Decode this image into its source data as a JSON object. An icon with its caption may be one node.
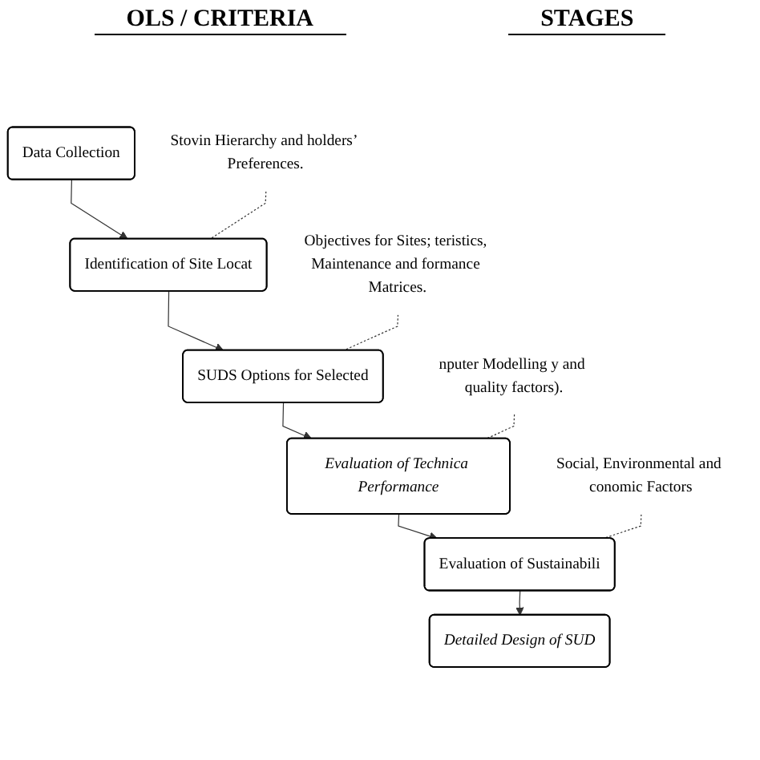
{
  "diagram": {
    "nodes": [
      {
        "text": [
          "Stovin Hierarchy and holders’ Preferences."
        ]
      },
      {
        "text": [
          "Objectives for Sites; teristics, Maintenance and formance Matrices."
        ]
      },
      {
        "text": [
          "nputer Modelling y and quality factors)."
        ]
      },
      {
        "text": [
          "Social, Environmental and conomic Factors"
        ]
      },
      {
        "text": [
          "Data Collection"
        ]
      },
      {
        "text": [
          "Identification of Site Locat"
        ]
      },
      {
        "text": [
          "SUDS Options for Selected"
        ]
      },
      {
        "text": [
          "Evaluation of Technica Performance"
        ]
      },
      {
        "text": [
          "Evaluation of Sustainabili"
        ]
      },
      {
        "text": [
          "Detailed Design of SUD"
        ]
      }
    ],
    "edges": [
      {
        "from": 4,
        "to": 5,
        "arrow": "to"
      },
      {
        "from": 0,
        "to": 5,
        "arrow": "none",
        "style": "dashed"
      },
      {
        "from": 5,
        "to": 6,
        "arrow": "to"
      },
      {
        "from": 1,
        "to": 6,
        "arrow": "none",
        "style": "dashed"
      },
      {
        "from": 6,
        "to": 7,
        "arrow": "to"
      },
      {
        "from": 2,
        "to": 7,
        "arrow": "none",
        "style": "dashed"
      },
      {
        "from": 7,
        "to": 8,
        "arrow": "to"
      },
      {
        "from": 3,
        "to": 8,
        "arrow": "none",
        "style": "dashed"
      },
      {
        "from": 8,
        "to": 9,
        "arrow": "to"
      }
    ],
    "labels": [
      "OLS / CRITERIA",
      "STAGES"
    ]
  }
}
